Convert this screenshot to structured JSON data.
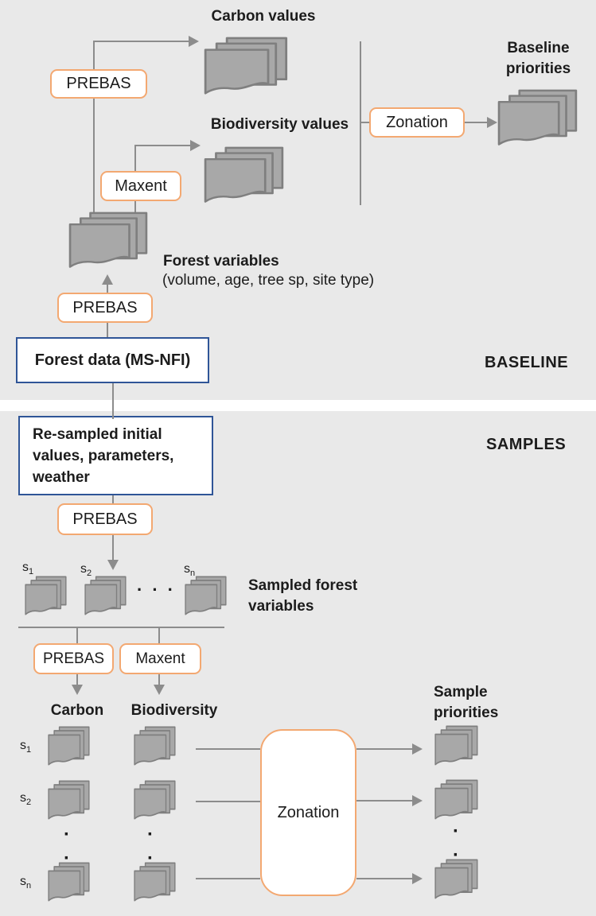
{
  "colors": {
    "background": "#e9e9e9",
    "accent_orange": "#f3a871",
    "accent_blue": "#2f5597",
    "stack_fill": "#a8a8a8",
    "stack_stroke": "#7f7f7f",
    "line_gray": "#8c8c8c",
    "text": "#1c1c1c"
  },
  "baseline": {
    "section_label": "BASELINE",
    "carbon_values_title": "Carbon values",
    "biodiversity_values_title": "Biodiversity values",
    "baseline_priorities_title": [
      "Baseline",
      "priorities"
    ],
    "prebas_top": "PREBAS",
    "maxent": "Maxent",
    "zonation": "Zonation",
    "forest_variables_title": "Forest variables",
    "forest_variables_detail": "(volume, age, tree sp, site type)",
    "prebas_bottom": "PREBAS",
    "forest_data": "Forest data (MS-NFI)"
  },
  "samples": {
    "section_label": "SAMPLES",
    "resampled_lines": [
      "Re-sampled initial",
      "values, parameters,",
      "weather"
    ],
    "prebas": "PREBAS",
    "sample_ids": [
      {
        "base": "s",
        "sub": "1"
      },
      {
        "base": "s",
        "sub": "2"
      },
      {
        "base": "s",
        "sub": "n"
      }
    ],
    "ellipsis_horizontal": "···",
    "sampled_forest_title": [
      "Sampled forest",
      "variables"
    ],
    "prebas2": "PREBAS",
    "maxent": "Maxent",
    "carbon_column": "Carbon",
    "biodiversity_column": "Biodiversity",
    "zonation": "Zonation",
    "sample_priorities_title": [
      "Sample",
      "priorities"
    ],
    "dot": "·"
  }
}
